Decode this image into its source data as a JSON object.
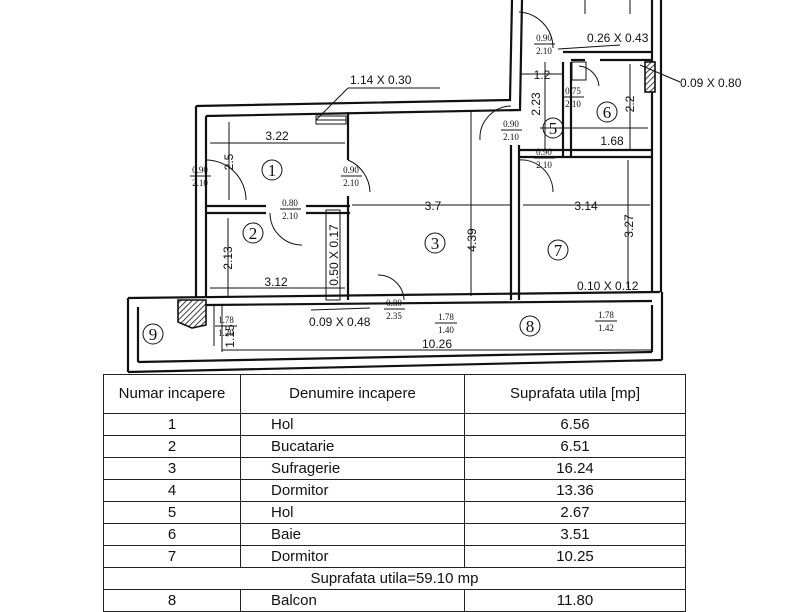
{
  "plan": {
    "rooms": [
      "1",
      "2",
      "3",
      "5",
      "6",
      "7",
      "8",
      "9"
    ],
    "dimensions": {
      "d_322": "3.22",
      "d_25": "2.5",
      "d_114x030": "1.14 X 0.30",
      "d_312": "3.12",
      "d_213": "2.13",
      "d_050x017": "0.50 X 0.17",
      "d_37": "3.7",
      "d_439": "4.39",
      "d_314": "3.14",
      "d_327": "3.27",
      "d_12": "1.2",
      "d_223": "2.23",
      "d_22": "2.2",
      "d_168": "1.68",
      "d_026x043": "0.26 X 0.43",
      "d_009x080": "0.09 X 0.80",
      "d_010x012": "0.10 X 0.12",
      "d_009x048": "0.09 X 0.48",
      "d_115": "1.15",
      "d_1026": "10.26"
    },
    "openings": [
      {
        "top": "0.90",
        "bottom": "2.10"
      },
      {
        "top": "0.90",
        "bottom": "2.10"
      },
      {
        "top": "0.80",
        "bottom": "2.10"
      },
      {
        "top": "0.90",
        "bottom": "2.10"
      },
      {
        "top": "0.75",
        "bottom": "2.10"
      },
      {
        "top": "0.90",
        "bottom": "2.10"
      },
      {
        "top": "0.90",
        "bottom": "2.10"
      },
      {
        "top": "0.80",
        "bottom": "2.35"
      },
      {
        "top": "1.78",
        "bottom": "1.20"
      },
      {
        "top": "1.78",
        "bottom": "1.40"
      },
      {
        "top": "1.78",
        "bottom": "1.42"
      }
    ]
  },
  "table": {
    "headers": [
      "Numar incapere",
      "Denumire incapere",
      "Suprafata utila [mp]"
    ],
    "rows": [
      {
        "nr": "1",
        "name": "Hol",
        "area": "6.56"
      },
      {
        "nr": "2",
        "name": "Bucatarie",
        "area": "6.51"
      },
      {
        "nr": "3",
        "name": "Sufragerie",
        "area": "16.24"
      },
      {
        "nr": "4",
        "name": "Dormitor",
        "area": "13.36"
      },
      {
        "nr": "5",
        "name": "Hol",
        "area": "2.67"
      },
      {
        "nr": "6",
        "name": "Baie",
        "area": "3.51"
      },
      {
        "nr": "7",
        "name": "Dormitor",
        "area": "10.25"
      }
    ],
    "total": "Suprafata utila=59.10 mp",
    "partial_row": {
      "nr": "8",
      "name": "Balcon",
      "area": "11.80"
    }
  }
}
